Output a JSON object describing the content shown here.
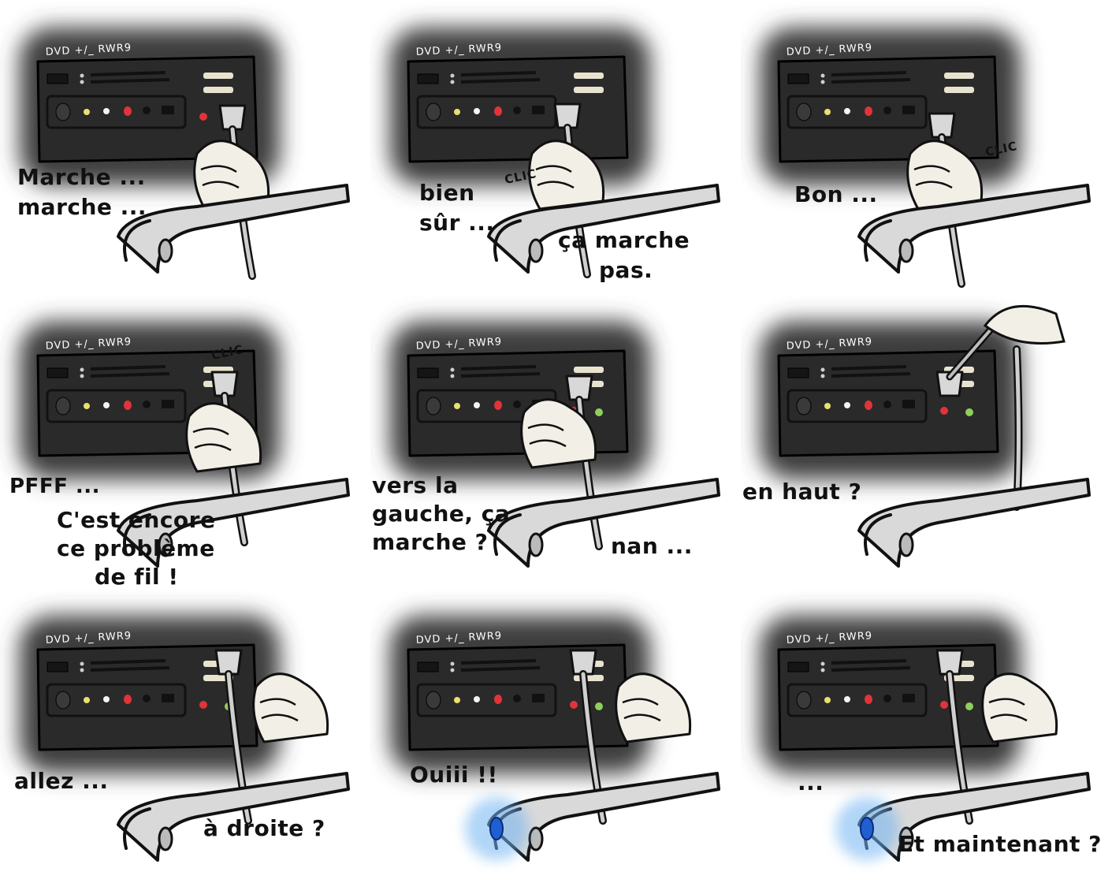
{
  "device_label": "DVD +/_ RWR9",
  "colors": {
    "glow": "#3c3c3c",
    "device_body": "#2a2a2a",
    "sleeve": "#d9d9d9",
    "skin": "#f2efe6",
    "port_red": "#e0343a",
    "port_yellow": "#e8e070",
    "port_green": "#8fcf5a",
    "blue_glow": "#6fb4f2"
  },
  "panels": [
    {
      "captions": [
        "Marche ...",
        "marche ..."
      ],
      "sfx": ""
    },
    {
      "captions": [
        "bien",
        "sûr ...",
        "ça marche",
        "pas."
      ],
      "sfx": "CLIC"
    },
    {
      "captions": [
        "Bon ..."
      ],
      "sfx": "CLIC"
    },
    {
      "captions": [
        "PFFF ...",
        "C'est encore",
        "ce problème",
        "de fil !"
      ],
      "sfx": "CLIC"
    },
    {
      "captions": [
        "vers la",
        "gauche, ça",
        "marche ?",
        "nan ..."
      ],
      "sfx": ""
    },
    {
      "captions": [
        "en haut ?"
      ],
      "sfx": ""
    },
    {
      "captions": [
        "allez ...",
        "à droite ?"
      ],
      "sfx": ""
    },
    {
      "captions": [
        "Ouiii !!"
      ],
      "sfx": ""
    },
    {
      "captions": [
        "...",
        "Et maintenant ?"
      ],
      "sfx": ""
    }
  ]
}
